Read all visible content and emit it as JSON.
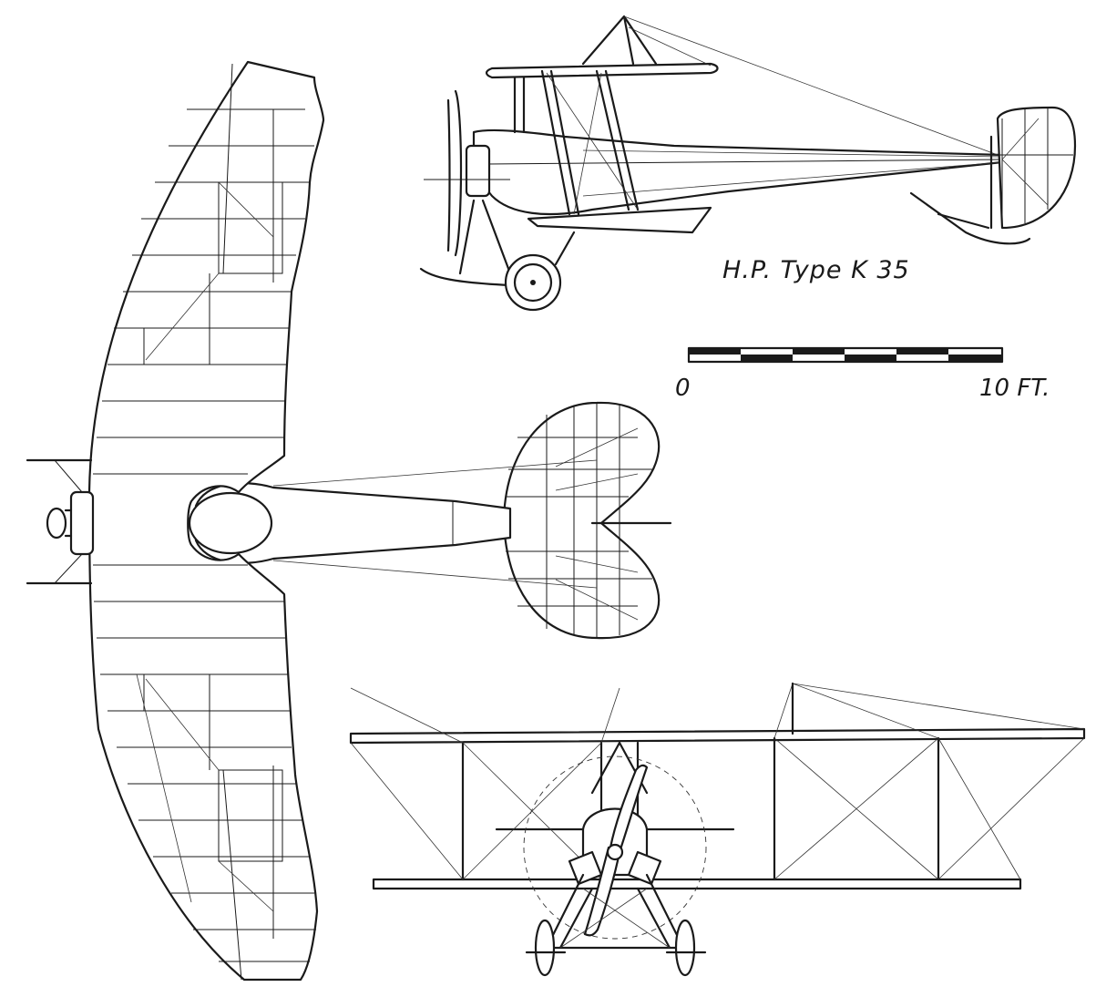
{
  "title": "H.P. Type K 35",
  "scale_bar": {
    "start_label": "0",
    "end_label": "10 FT.",
    "segments": 6
  },
  "views": [
    "plan",
    "side-elevation",
    "front-elevation"
  ]
}
